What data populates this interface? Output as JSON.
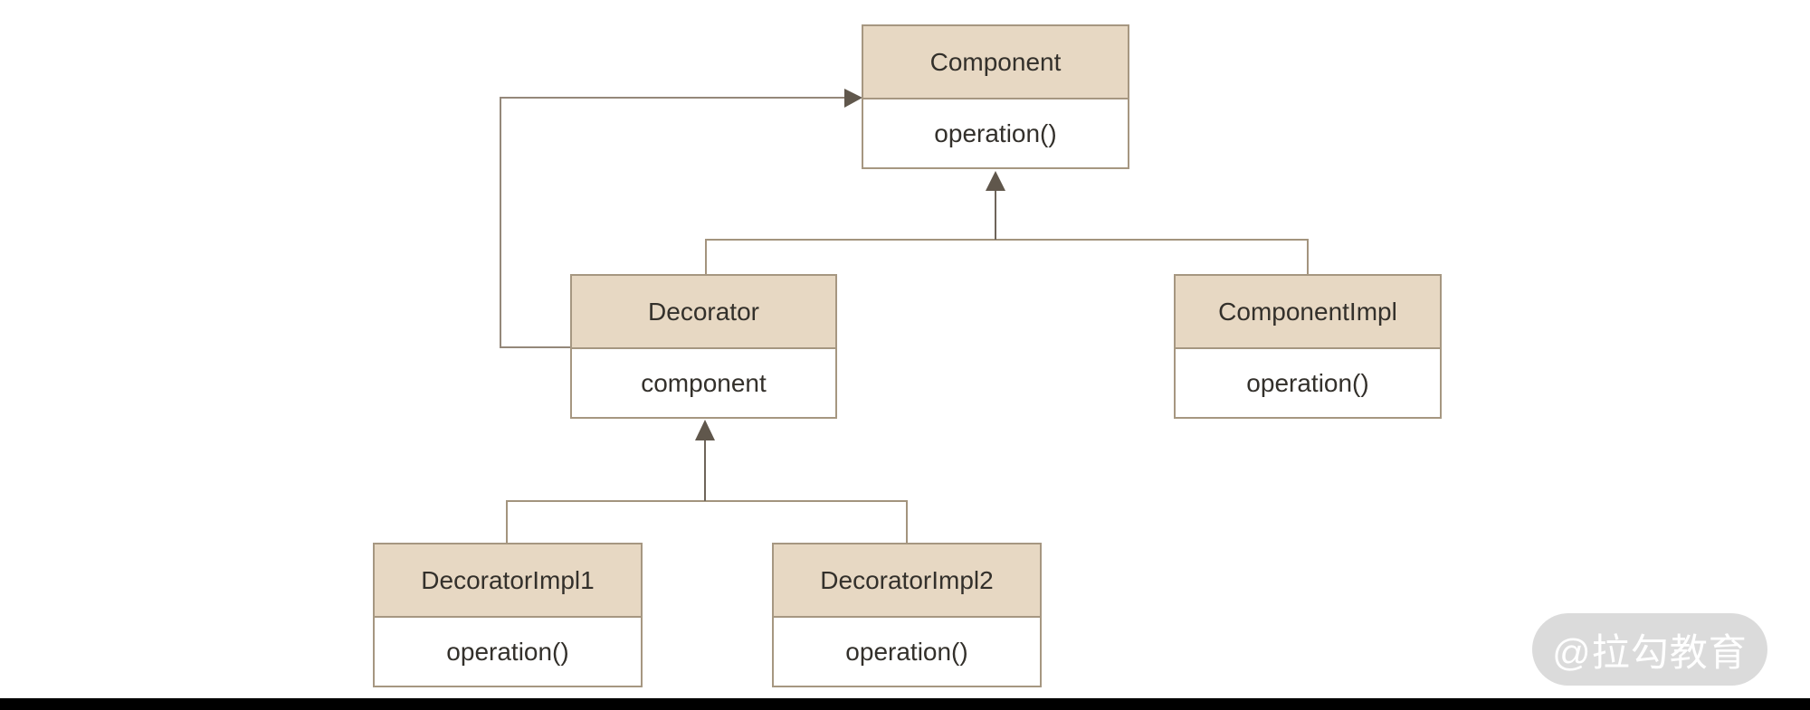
{
  "diagram": {
    "type": "uml-class-diagram",
    "classes": [
      {
        "name": "Component",
        "members": [
          "operation()"
        ]
      },
      {
        "name": "Decorator",
        "members": [
          "component"
        ]
      },
      {
        "name": "ComponentImpl",
        "members": [
          "operation()"
        ]
      },
      {
        "name": "DecoratorImpl1",
        "members": [
          "operation()"
        ]
      },
      {
        "name": "DecoratorImpl2",
        "members": [
          "operation()"
        ]
      }
    ],
    "relations": [
      {
        "from": "Decorator",
        "to": "Component",
        "type": "association-arrow"
      },
      {
        "from": "Decorator",
        "to": "Component",
        "type": "generalization"
      },
      {
        "from": "ComponentImpl",
        "to": "Component",
        "type": "generalization"
      },
      {
        "from": "DecoratorImpl1",
        "to": "Decorator",
        "type": "generalization"
      },
      {
        "from": "DecoratorImpl2",
        "to": "Decorator",
        "type": "generalization"
      }
    ]
  },
  "watermark": {
    "text": "@拉勾教育"
  },
  "colors": {
    "class_header_fill": "#e7d8c3",
    "class_body_fill": "#ffffff",
    "class_border": "#a69781",
    "connector_line": "#a3947e",
    "arrow_color": "#60574c",
    "text_color": "#33302b",
    "watermark_bg": "#dbdbdb",
    "watermark_text": "#ffffff",
    "bottom_bar": "#000000"
  }
}
